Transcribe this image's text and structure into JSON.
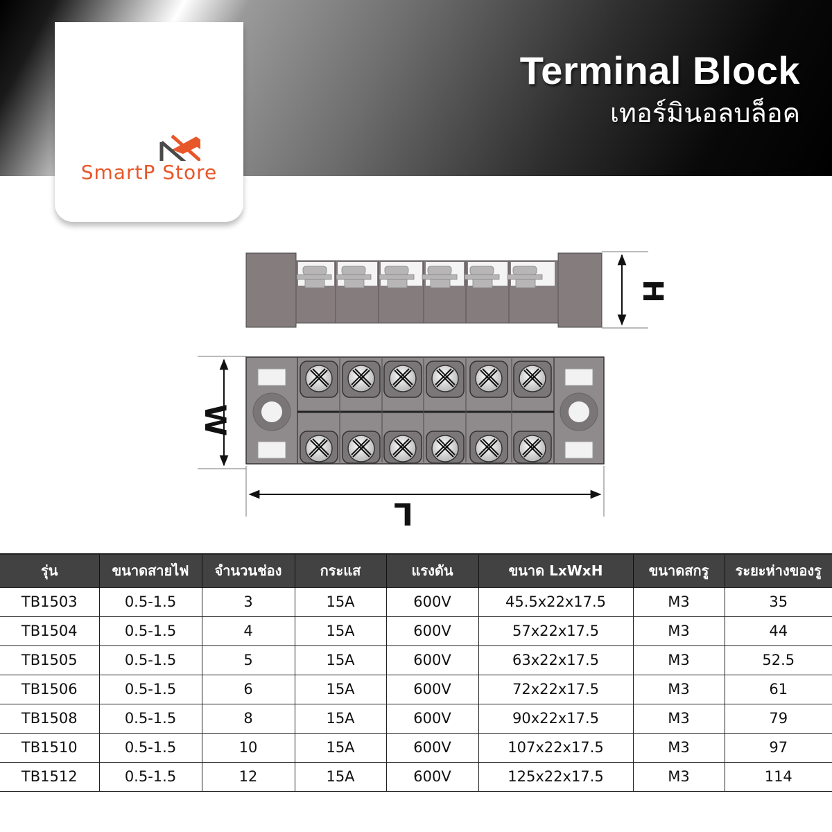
{
  "header": {
    "title_en": "Terminal Block",
    "title_th": "เทอร์มินอลบล็อค"
  },
  "logo": {
    "brand_name": "SmartP Store",
    "accent_color": "#e8572a",
    "secondary_color": "#4a4a4a"
  },
  "diagram": {
    "side_view_label": "H",
    "top_view_width_label": "W",
    "top_view_length_label": "L",
    "terminal_count_shown": 6
  },
  "table": {
    "columns": [
      "รุ่น",
      "ขนาดสายไฟ",
      "จำนวนช่อง",
      "กระแส",
      "แรงดัน",
      "ขนาด LxWxH",
      "ขนาดสกรู",
      "ระยะห่างของรู"
    ],
    "rows": [
      [
        "TB1503",
        "0.5-1.5",
        "3",
        "15A",
        "600V",
        "45.5x22x17.5",
        "M3",
        "35"
      ],
      [
        "TB1504",
        "0.5-1.5",
        "4",
        "15A",
        "600V",
        "57x22x17.5",
        "M3",
        "44"
      ],
      [
        "TB1505",
        "0.5-1.5",
        "5",
        "15A",
        "600V",
        "63x22x17.5",
        "M3",
        "52.5"
      ],
      [
        "TB1506",
        "0.5-1.5",
        "6",
        "15A",
        "600V",
        "72x22x17.5",
        "M3",
        "61"
      ],
      [
        "TB1508",
        "0.5-1.5",
        "8",
        "15A",
        "600V",
        "90x22x17.5",
        "M3",
        "79"
      ],
      [
        "TB1510",
        "0.5-1.5",
        "10",
        "15A",
        "600V",
        "107x22x17.5",
        "M3",
        "97"
      ],
      [
        "TB1512",
        "0.5-1.5",
        "12",
        "15A",
        "600V",
        "125x22x17.5",
        "M3",
        "114"
      ]
    ]
  }
}
